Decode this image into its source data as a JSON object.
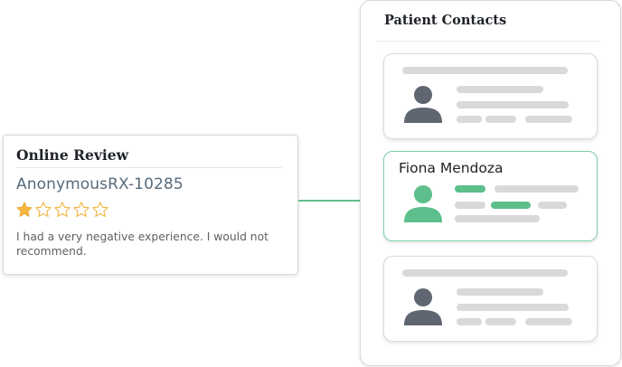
{
  "review": {
    "title": "Online Review",
    "username": "AnonymousRX-10285",
    "rating": 1,
    "rating_max": 5,
    "text": "I had a very negative experience. I would not recommend."
  },
  "contacts": {
    "title": "Patient Contacts",
    "highlighted_name": "Fiona Mendoza"
  },
  "colors": {
    "star": "#f6b73c",
    "accent_green": "#5dbf8b",
    "avatar_gray": "#5f6671",
    "placeholder": "#d9d9d9"
  }
}
